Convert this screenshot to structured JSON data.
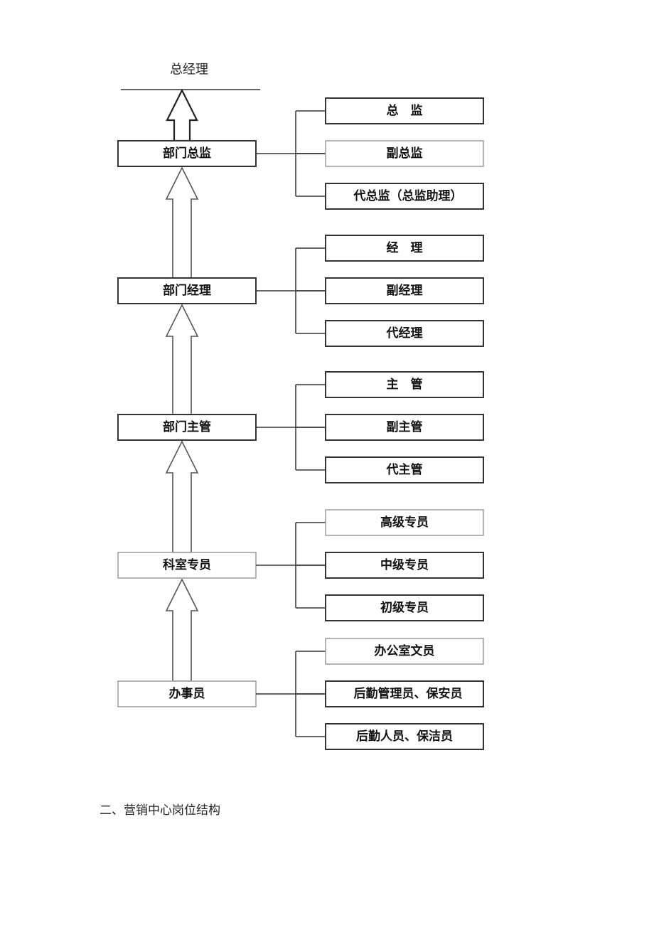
{
  "top_label": "总经理",
  "levels": [
    {
      "name": "部门总监",
      "roles": [
        "总　监",
        "副总监",
        "代总监（总监助理）"
      ]
    },
    {
      "name": "部门经理",
      "roles": [
        "经　理",
        "副经理",
        "代经理"
      ]
    },
    {
      "name": "部门主管",
      "roles": [
        "主　管",
        "副主管",
        "代主管"
      ]
    },
    {
      "name": "科室专员",
      "roles": [
        "高级专员",
        "中级专员",
        "初级专员"
      ]
    },
    {
      "name": "办事员",
      "roles": [
        "办公室文员",
        "后勤管理员、保安员",
        "后勤人员、保洁员"
      ]
    }
  ],
  "section_heading": "二、营销中心岗位结构"
}
